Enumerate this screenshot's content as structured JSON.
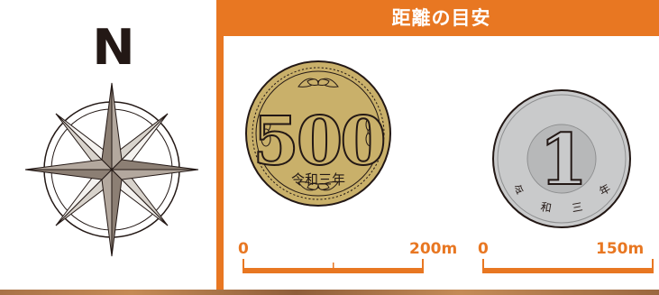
{
  "compass": {
    "north_label": "N"
  },
  "header": {
    "title": "距離の目安"
  },
  "coin_500": {
    "value_text": "500",
    "era_text": "令和三年"
  },
  "coin_1": {
    "value_text": "1",
    "era_chars": [
      "令",
      "和",
      "三",
      "年"
    ]
  },
  "scale_500": {
    "start_label": "0",
    "end_label": "200m"
  },
  "scale_1": {
    "start_label": "0",
    "end_label": "150m"
  },
  "colors": {
    "accent": "#e87722",
    "gold": "#c9b06a",
    "silver": "#c9cacb",
    "dark": "#231815"
  }
}
